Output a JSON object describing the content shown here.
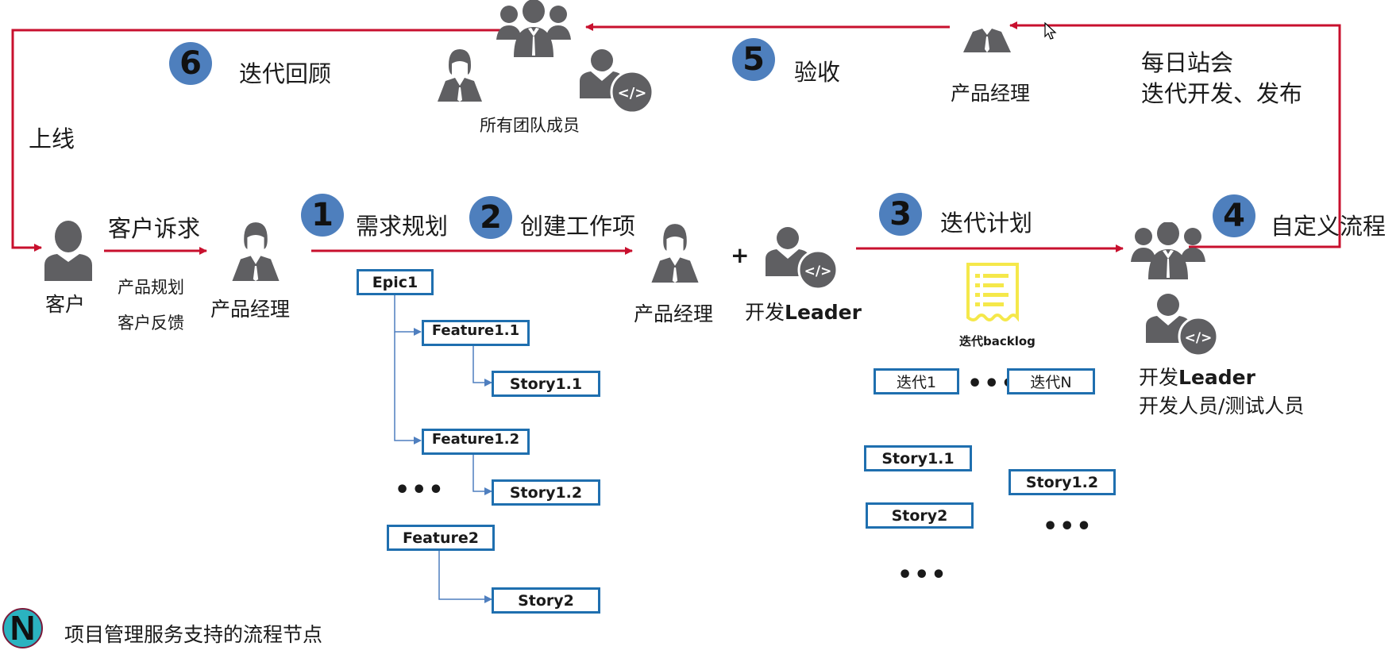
{
  "colors": {
    "flow_arrow": "#c8102e",
    "tree_arrow": "#4f7fbf",
    "step_badge": "#4e7fbd",
    "work_item_border": "#1f6faf",
    "person_icon": "#5f5f62",
    "backlog_icon": "#f5e84a",
    "legend_badge": "#2bb3c0"
  },
  "steps": [
    {
      "number": "1",
      "label": "需求规划"
    },
    {
      "number": "2",
      "label": "创建工作项"
    },
    {
      "number": "3",
      "label": "迭代计划"
    },
    {
      "number": "4",
      "label": "自定义流程"
    },
    {
      "number": "5",
      "label": "验收"
    },
    {
      "number": "6",
      "label": "迭代回顾"
    }
  ],
  "flow_labels": {
    "go_live": "上线",
    "customer_request": "客户诉求",
    "product_planning": "产品规划",
    "customer_feedback": "客户反馈",
    "daily_standup": "每日站会",
    "iteration_dev_release": "迭代开发、发布",
    "plus": "+"
  },
  "roles": {
    "customer": "客户",
    "product_manager": "产品经理",
    "dev_leader_prefix": "开发",
    "dev_leader_suffix": "Leader",
    "all_team_members": "所有团队成员",
    "team_dev_leader_prefix": "开发",
    "team_dev_leader_suffix": "Leader",
    "team_devs_testers": "开发人员/测试人员"
  },
  "work_item_tree": {
    "epic": "Epic1",
    "feature_1_1": "Feature1.1",
    "story_1_1": "Story1.1",
    "feature_1_2": "Feature1.2",
    "story_1_2": "Story1.2",
    "ellipsis": "•••",
    "feature_2": "Feature2",
    "story_2": "Story2"
  },
  "iteration_plan": {
    "backlog_label": "迭代backlog",
    "iteration_1": "迭代1",
    "iteration_n": "迭代N",
    "ellipsis": "•••",
    "story_1_1": "Story1.1",
    "story_1_2": "Story1.2",
    "story_2": "Story2",
    "ellipsis_right": "•••",
    "ellipsis_left": "•••"
  },
  "legend": {
    "badge_letter": "N",
    "text": "项目管理服务支持的流程节点"
  }
}
